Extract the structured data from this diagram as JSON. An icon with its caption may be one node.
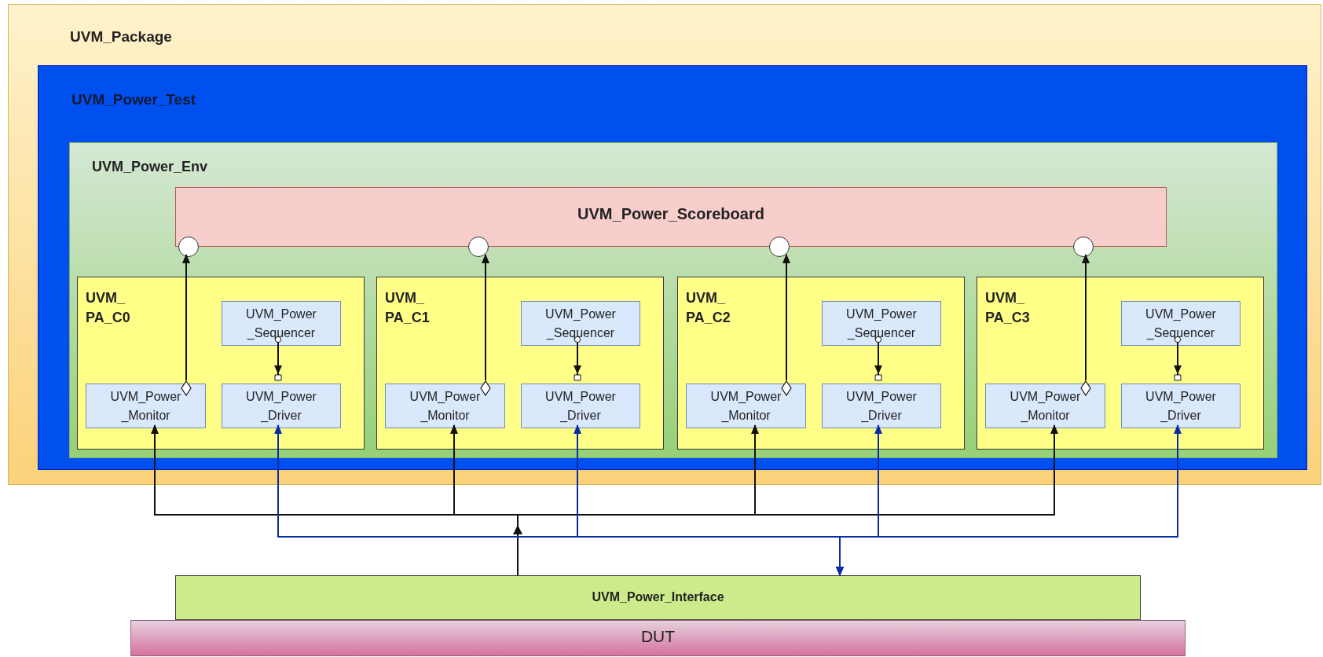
{
  "diagram": {
    "nodes": [
      {
        "text": [
          "UVM_Package"
        ]
      },
      {
        "text": [
          "UVM_Power_Test"
        ],
        "in": 0
      },
      {
        "text": [
          "UVM_Power_Env"
        ],
        "in": 1
      },
      {
        "text": [
          "UVM_Power_Scoreboard"
        ],
        "in": 2
      },
      {
        "text": [],
        "shape": "circle",
        "in": 2
      },
      {
        "text": [],
        "shape": "circle",
        "in": 2
      },
      {
        "text": [],
        "shape": "circle",
        "in": 2
      },
      {
        "text": [],
        "shape": "circle",
        "in": 2
      },
      {
        "text": [
          "UVM_ PA_C0"
        ],
        "in": 2
      },
      {
        "text": [
          "UVM_Power _Sequencer"
        ],
        "in": 8
      },
      {
        "text": [
          "UVM_Power _Monitor"
        ],
        "in": 8
      },
      {
        "text": [
          "UVM_Power _Driver"
        ],
        "in": 8
      },
      {
        "text": [
          "UVM_ PA_C1"
        ],
        "in": 2
      },
      {
        "text": [
          "UVM_Power _Sequencer"
        ],
        "in": 12
      },
      {
        "text": [
          "UVM_Power _Monitor"
        ],
        "in": 12
      },
      {
        "text": [
          "UVM_Power _Driver"
        ],
        "in": 12
      },
      {
        "text": [
          "UVM_ PA_C2"
        ],
        "in": 2
      },
      {
        "text": [
          "UVM_Power _Sequencer"
        ],
        "in": 16
      },
      {
        "text": [
          "UVM_Power _Monitor"
        ],
        "in": 16
      },
      {
        "text": [
          "UVM_Power _Driver"
        ],
        "in": 16
      },
      {
        "text": [
          "UVM_ PA_C3"
        ],
        "in": 2
      },
      {
        "text": [
          "UVM_Power _Sequencer"
        ],
        "in": 20
      },
      {
        "text": [
          "UVM_Power _Monitor"
        ],
        "in": 20
      },
      {
        "text": [
          "UVM_Power _Driver"
        ],
        "in": 20
      },
      {
        "text": [
          "UVM_Power_Interface"
        ]
      },
      {
        "text": [
          "DUT"
        ]
      }
    ],
    "edges": [
      {
        "from": 10,
        "to": 4,
        "arrow": "to"
      },
      {
        "from": 14,
        "to": 5,
        "arrow": "to"
      },
      {
        "from": 18,
        "to": 6,
        "arrow": "to"
      },
      {
        "from": 22,
        "to": 7,
        "arrow": "to"
      },
      {
        "from": 9,
        "to": 11,
        "arrow": "to"
      },
      {
        "from": 13,
        "to": 15,
        "arrow": "to"
      },
      {
        "from": 17,
        "to": 19,
        "arrow": "to"
      },
      {
        "from": 21,
        "to": 23,
        "arrow": "to"
      },
      {
        "from": 24,
        "to": 10,
        "arrow": "to"
      },
      {
        "from": 24,
        "to": 14,
        "arrow": "to"
      },
      {
        "from": 24,
        "to": 18,
        "arrow": "to"
      },
      {
        "from": 24,
        "to": 22,
        "arrow": "to"
      },
      {
        "from": 11,
        "to": 24,
        "arrow": "both",
        "color": "#0a2ba8"
      },
      {
        "from": 15,
        "to": 24,
        "arrow": "both",
        "color": "#0a2ba8"
      },
      {
        "from": 19,
        "to": 24,
        "arrow": "both",
        "color": "#0a2ba8"
      },
      {
        "from": 23,
        "to": 24,
        "arrow": "both",
        "color": "#0a2ba8"
      }
    ]
  }
}
